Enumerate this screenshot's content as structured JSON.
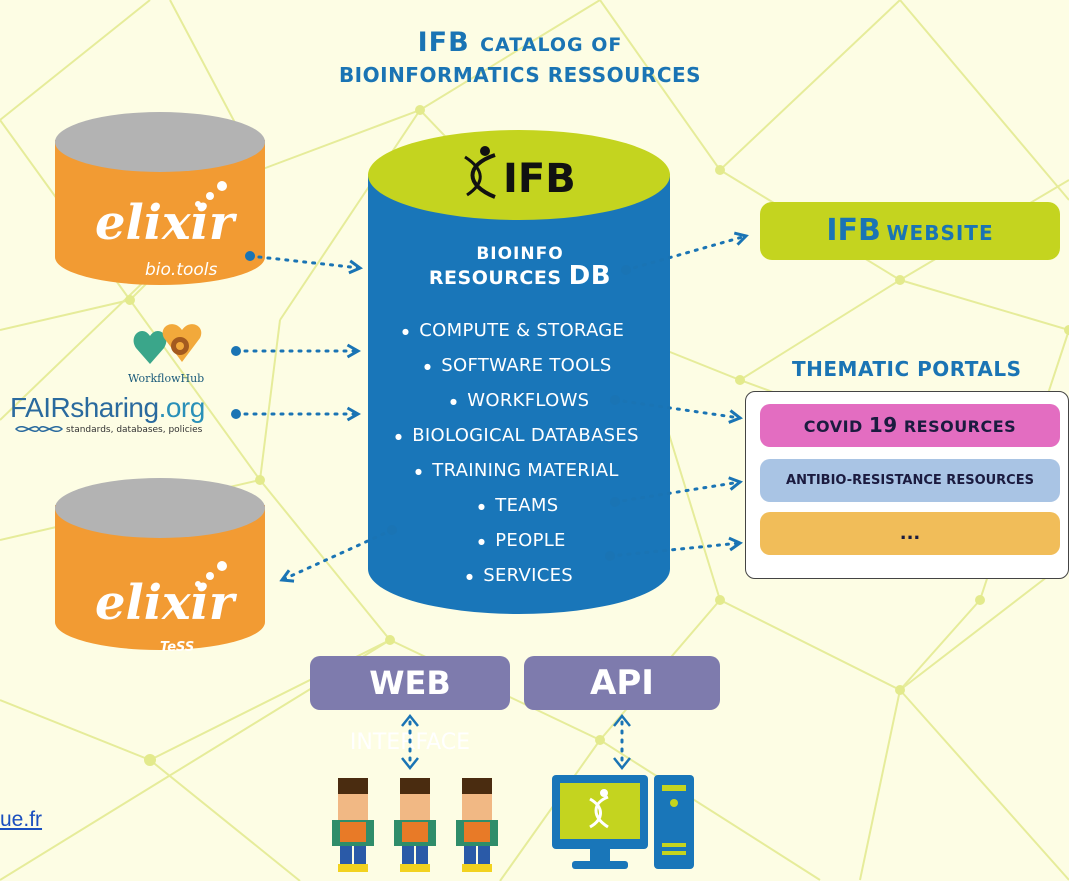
{
  "title": {
    "line1_bold": "IFB",
    "line1_rest": "CATALOG OF",
    "line2": "BIOINFORMATICS RESSOURCES"
  },
  "central_db": {
    "logo_text": "IFB",
    "heading_line1": "BIOINFO",
    "heading_line2_rest": "RESOURCES",
    "heading_line2_bold": "DB",
    "items": [
      "COMPUTE & STORAGE",
      "SOFTWARE TOOLS",
      "WORKFLOWS",
      "BIOLOGICAL DATABASES",
      "TRAINING MATERIAL",
      "TEAMS",
      "PEOPLE",
      "SERVICES"
    ]
  },
  "sources": {
    "biotools": {
      "brand": "elixir",
      "sub": "bio.tools"
    },
    "workflowhub": {
      "label": "WorkflowHub"
    },
    "fairsharing": {
      "main": "FAIRsharing",
      "org": ".org",
      "sub": "standards, databases, policies"
    },
    "tess": {
      "brand": "elixir",
      "sub": "TeSS"
    }
  },
  "ifb_website": {
    "bold": "IFB",
    "rest": "WEBSITE"
  },
  "thematic_portals": {
    "title": "THEMATIC PORTALS",
    "covid": {
      "pre": "COVID",
      "num": "19",
      "post": "RESOURCES"
    },
    "antibio": "ANTIBIO-RESISTANCE RESOURCES",
    "more": "..."
  },
  "interfaces": {
    "web_bold": "WEB",
    "web_rest": "INTERFACE",
    "api": "API"
  },
  "partial_link": "ue.fr",
  "colors": {
    "background": "#fdfde4",
    "network_lines": "#e6ec9a",
    "db_blue": "#1976b9",
    "lime": "#c4d41f",
    "elixir_orange": "#f29b33",
    "interface_purple": "#7e7bad",
    "covid_pink": "#e36dc1",
    "antibio_blue": "#a9c4e4",
    "more_yellow": "#f1bd59"
  }
}
